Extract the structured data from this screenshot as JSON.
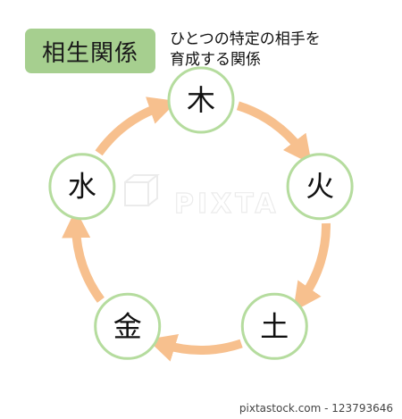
{
  "title": "相生関係",
  "subtitle_lines": [
    "ひとつの特定の相手を",
    "育成する関係"
  ],
  "elements": [
    {
      "id": "wood",
      "label": "木"
    },
    {
      "id": "fire",
      "label": "火"
    },
    {
      "id": "earth",
      "label": "土"
    },
    {
      "id": "metal",
      "label": "金"
    },
    {
      "id": "water",
      "label": "水"
    }
  ],
  "cycle_order": [
    "wood",
    "fire",
    "earth",
    "metal",
    "water"
  ],
  "watermark": "PIXTA",
  "footer": "pixtastock.com - 123793646",
  "colors": {
    "title_badge": "#a6cf8f",
    "node_border": "#b5dc9e",
    "node_fill": "#ffffff",
    "arrow": "#f7c08e"
  }
}
